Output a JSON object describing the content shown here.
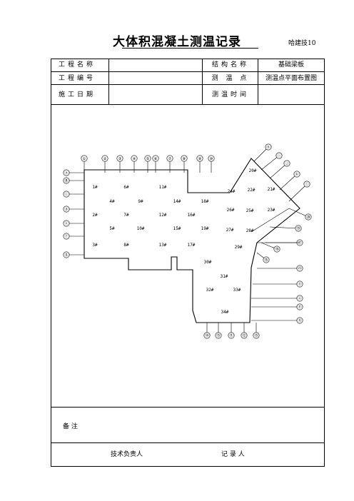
{
  "title": "大体积混凝土测温记录",
  "code": "哈建技10",
  "rows": [
    {
      "label": "工程名称",
      "value": "",
      "label2": "结构名称",
      "value2": "基础梁板"
    },
    {
      "label": "工程编号",
      "value": "",
      "label2": "测 温 点",
      "value2": "测温点平面布置图"
    },
    {
      "label": "施工日期",
      "value": "",
      "label2": "测温时间",
      "value2": ""
    }
  ],
  "remarks_label": "备    注",
  "signatures": {
    "tech_lead": "技术负责人",
    "recorder": "记 录 人"
  },
  "plan": {
    "top_axes": [
      "①",
      "②",
      "③",
      "④",
      "⑤",
      "⑥",
      "⑦",
      "⑧",
      "⑨",
      "⑩"
    ],
    "left_axes": [
      "ⓐ",
      "Ⓑ",
      "ⓒ",
      "ⓓ",
      "ⓔ",
      "ⓕ",
      "ⓖ"
    ],
    "bottom_axes": [
      "⑭",
      "⑮",
      "⑪",
      "⑫",
      "⑬"
    ],
    "right_axes": [
      "ⓗ",
      "ⓘ",
      "ⓙ",
      "ⓚ",
      "ⓛ",
      "⑳",
      "⑲",
      "⑰",
      "⑱",
      "⑯",
      "ⓜ",
      "ⓝ",
      "ⓞ",
      "ⓟ",
      "ⓠ"
    ],
    "points": [
      {
        "label": "1#"
      },
      {
        "label": "2#"
      },
      {
        "label": "3#"
      },
      {
        "label": "4#"
      },
      {
        "label": "5#"
      },
      {
        "label": "6#"
      },
      {
        "label": "7#"
      },
      {
        "label": "8#"
      },
      {
        "label": "9#"
      },
      {
        "label": "10#"
      },
      {
        "label": "11#"
      },
      {
        "label": "12#"
      },
      {
        "label": "13#"
      },
      {
        "label": "14#"
      },
      {
        "label": "15#"
      },
      {
        "label": "16#"
      },
      {
        "label": "17#"
      },
      {
        "label": "18#"
      },
      {
        "label": "19#"
      },
      {
        "label": "20#"
      },
      {
        "label": "21#"
      },
      {
        "label": "22#"
      },
      {
        "label": "23#"
      },
      {
        "label": "24#"
      },
      {
        "label": "25#"
      },
      {
        "label": "26#"
      },
      {
        "label": "27#"
      },
      {
        "label": "28#"
      },
      {
        "label": "29#"
      },
      {
        "label": "30#"
      },
      {
        "label": "31#"
      },
      {
        "label": "32#"
      },
      {
        "label": "33#"
      },
      {
        "label": "34#"
      }
    ]
  }
}
